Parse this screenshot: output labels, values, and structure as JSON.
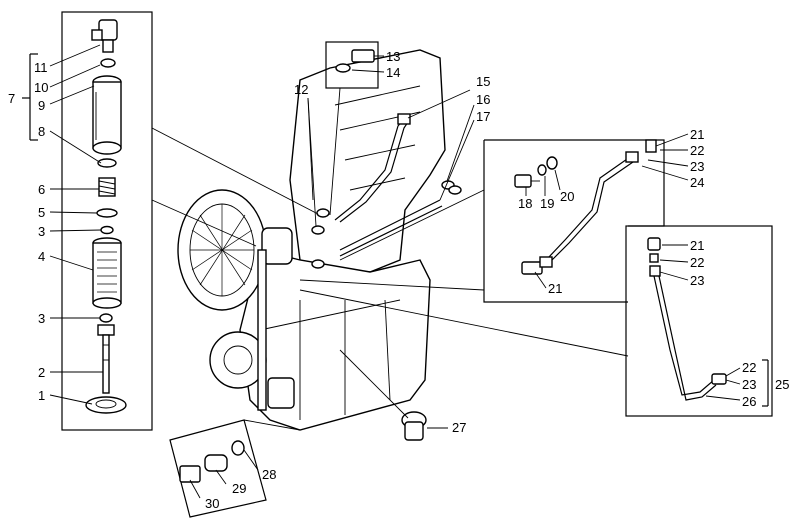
{
  "callouts": {
    "c1": "1",
    "c2": "2",
    "c3a": "3",
    "c3b": "3",
    "c4": "4",
    "c5": "5",
    "c6": "6",
    "c7": "7",
    "c8": "8",
    "c9": "9",
    "c10": "10",
    "c11": "11",
    "c12": "12",
    "c13": "13",
    "c14": "14",
    "c15": "15",
    "c16": "16",
    "c17": "17",
    "c18": "18",
    "c19": "19",
    "c20": "20",
    "c21a": "21",
    "c21b": "21",
    "c21c": "21",
    "c22a": "22",
    "c22b": "22",
    "c22c": "22",
    "c23a": "23",
    "c23b": "23",
    "c23c": "23",
    "c24": "24",
    "c25": "25",
    "c26": "26",
    "c27": "27",
    "c28": "28",
    "c29": "29",
    "c30": "30"
  },
  "colors": {
    "line": "#000000",
    "background": "#ffffff"
  }
}
